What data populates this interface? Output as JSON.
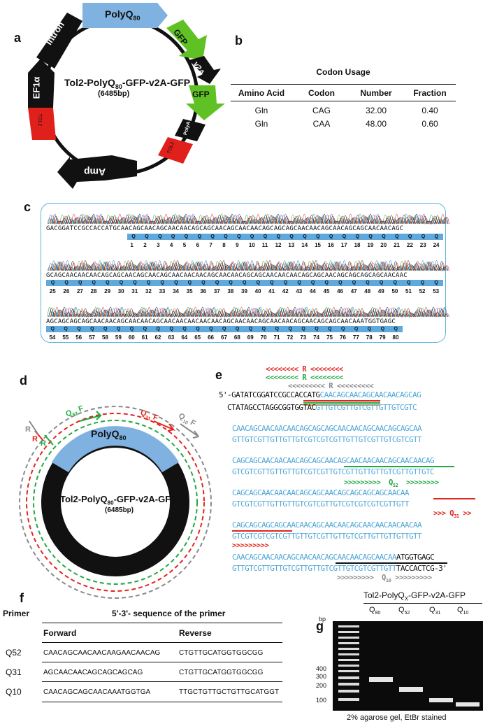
{
  "panels": {
    "a": "a",
    "b": "b",
    "c": "c",
    "d": "d",
    "e": "e",
    "f": "f",
    "g": "g"
  },
  "plasmid_a": {
    "name_main": "Tol2-PolyQ",
    "name_sub": "80",
    "name_tail": "-GFP-v2A-GFP",
    "size": "(6485bp)",
    "segments": {
      "polyq": "PolyQ",
      "polyq_sub": "80",
      "gfp1": "GFP",
      "v2a": "v2A",
      "gfp2": "GFP",
      "polya": "PolyA",
      "tol2_right": "TOL2",
      "amp": "Amp",
      "tol2_left": "TOL2",
      "ef1a": "EF1α",
      "intron": "Intron"
    },
    "colors": {
      "polyq": "#7fb2e0",
      "gfp": "#5fc124",
      "black": "#111111",
      "tol2": "#e0201b"
    }
  },
  "codon_usage": {
    "title": "Codon Usage",
    "headers": [
      "Amino Acid",
      "Codon",
      "Number",
      "Fraction"
    ],
    "rows": [
      [
        "Gln",
        "CAG",
        "32.00",
        "0.40"
      ],
      [
        "Gln",
        "CAA",
        "48.00",
        "0.60"
      ]
    ]
  },
  "chromatogram": {
    "rows": [
      {
        "seq": "GACGGATCCGCCACCATGCAACAGCAACAGCAACAACAGCAGCAACAGCAACAACAGCAGCAGCAACAACAGCAACAGCAGCAACAACAGC",
        "numbers": [
          "1",
          "2",
          "3",
          "4",
          "5",
          "6",
          "7",
          "8",
          "9",
          "10",
          "11",
          "12",
          "13",
          "14",
          "15",
          "16",
          "17",
          "18",
          "19",
          "20",
          "21",
          "22",
          "23",
          "24"
        ]
      },
      {
        "seq": "GCAGCAACAACAACAGCAGCAACAGCAACAGCAACAACAACAGCAACAACAGCAGCAACAACAACAGCAGCAACAGCAGCAGCAGCAACAAC",
        "numbers": [
          "25",
          "26",
          "27",
          "28",
          "29",
          "30",
          "31",
          "32",
          "33",
          "34",
          "35",
          "36",
          "37",
          "38",
          "39",
          "40",
          "41",
          "42",
          "43",
          "44",
          "45",
          "46",
          "47",
          "48",
          "49",
          "50",
          "51",
          "52",
          "53"
        ]
      },
      {
        "seq": "AGCAGCAGCAGCAACAACAGCAACAACAGCAACAACAACAACAACAGCAACAACAGCAACAACAGCAACAGCAGCAACAAATGGTGAGC",
        "numbers": [
          "54",
          "55",
          "56",
          "57",
          "58",
          "59",
          "60",
          "61",
          "62",
          "63",
          "64",
          "65",
          "66",
          "67",
          "68",
          "69",
          "70",
          "71",
          "72",
          "73",
          "74",
          "75",
          "76",
          "77",
          "78",
          "79",
          "80"
        ]
      }
    ],
    "codon_letter": "Q"
  },
  "plasmid_d": {
    "name_main": "Tol2-PolyQ",
    "name_sub": "80",
    "name_tail": "-GFP-v2A-GFP",
    "size": "(6485bp)",
    "polyq": "PolyQ",
    "polyq_sub": "80",
    "primers": {
      "q52_f": "Q",
      "q52_f_sub": "52",
      "f": "F",
      "r": "R",
      "q31_f": "Q",
      "q31_f_sub": "31",
      "q10_f": "Q",
      "q10_f_sub": "10"
    },
    "colors": {
      "q52": "#22a843",
      "q31": "#e0261e",
      "q10": "#8a8a8a",
      "ring": "#111111",
      "polyq": "#7fb2e0"
    }
  },
  "sequence_e": {
    "rev_red": "<<<<<<<< R <<<<<<<<",
    "rev_green": "<<<<<<<< R <<<<<<<<",
    "rev_gray": "<<<<<<<<< R <<<<<<<<<",
    "line1_black": "5'-GATATCGGATCCGCCACCATG",
    "line1_blue": "CAACAGCAACAGCAACAACAGCAG",
    "line2_black": "  CTATAGCCTAGGCGGTGGTAC",
    "line2_blue": "GTTGTCGTTGTCGTTGTTGTCGTC",
    "block2_top": "CAACAGCAACAACAACAGCAGCAGCAACAACAGCAACAGCAGCAA",
    "block2_bot": "GTTGTCGTTGTTGTTGTCGTCGTCGTTGTTGTCGTTGTCGTCGTT",
    "block3_top": "CAGCAGCAACAACAACAGCAGCAACAGCAACAACAACAGCAACAACAG",
    "block3_bot": "GTCGTCGTTGTTGTTGTCGTCGTTGTCGTTGTTGTTGTCGTTGTTGTC",
    "q52_arrow": ">>>>>>>>>  Q",
    "q52_sub": "52",
    "q52_arrow2": "  >>>>>>>>",
    "block4_top": "CAGCAGCAACAACAACAGCAGCAACAGCAGCAGCAGCAACAA",
    "block4_bot": "GTCGTCGTTGTTGTTGTCGTCGTTGTCGTCGTCGTCGTTGTT",
    "q31_arrow": ">>> Q",
    "q31_sub": "31",
    "q31_arrow2": " >>",
    "block5_top": "CAGCAGCAGCAGCAACAACAGCAACAACAGCAACAACAACAACAA",
    "block5_bot": "GTCGTCGTCGTCGTTGTTGTCGTTGTTGTCGTTGTTGTTGTTGTT",
    "q31_arrow3": ">>>>>>>>>",
    "block6_top_blue": "CAACAGCAACAACAGCAACAACAGCAACAACAGCAACAA",
    "block6_top_black": "ATGGTGAGC",
    "block6_bot_blue": "GTTGTCGTTGTTGTCGTTGTTGTCGTTGTCGTCGTTGTT",
    "block6_bot_black": "TACCACTCG-3'",
    "q10_arrow": ">>>>>>>>>  Q",
    "q10_sub": "10",
    "q10_arrow2": " >>>>>>>>>"
  },
  "primer_table": {
    "col_primer": "Primer",
    "title": "5'-3'- sequence of the primer",
    "col_forward": "Forward",
    "col_reverse": "Reverse",
    "rows": [
      {
        "name": "Q52",
        "forward": "CAACAGCAACAACAAGAACAACAG",
        "reverse": "CTGTTGCATGGTGGCGG"
      },
      {
        "name": "Q31",
        "forward": "AGCAACAACAGCAGCAGCAG",
        "reverse": "CTGTTGCATGGTGGCGG"
      },
      {
        "name": "Q10",
        "forward": "CAACAGCAGCAACAAATGGTGA",
        "reverse": "TTGCTGTTGCTGTTGCATGGT"
      }
    ]
  },
  "gel": {
    "title_main": "Tol2-PolyQ",
    "title_sub": "X",
    "title_tail": "-GFP-v2A-GFP",
    "bp_label": "bp",
    "lanes": [
      {
        "label": "Q",
        "sub": "80"
      },
      {
        "label": "Q",
        "sub": "52"
      },
      {
        "label": "Q",
        "sub": "31"
      },
      {
        "label": "Q",
        "sub": "10"
      }
    ],
    "ladder": [
      "400",
      "300",
      "200",
      "100"
    ],
    "caption": "2% agarose gel, EtBr stained"
  }
}
